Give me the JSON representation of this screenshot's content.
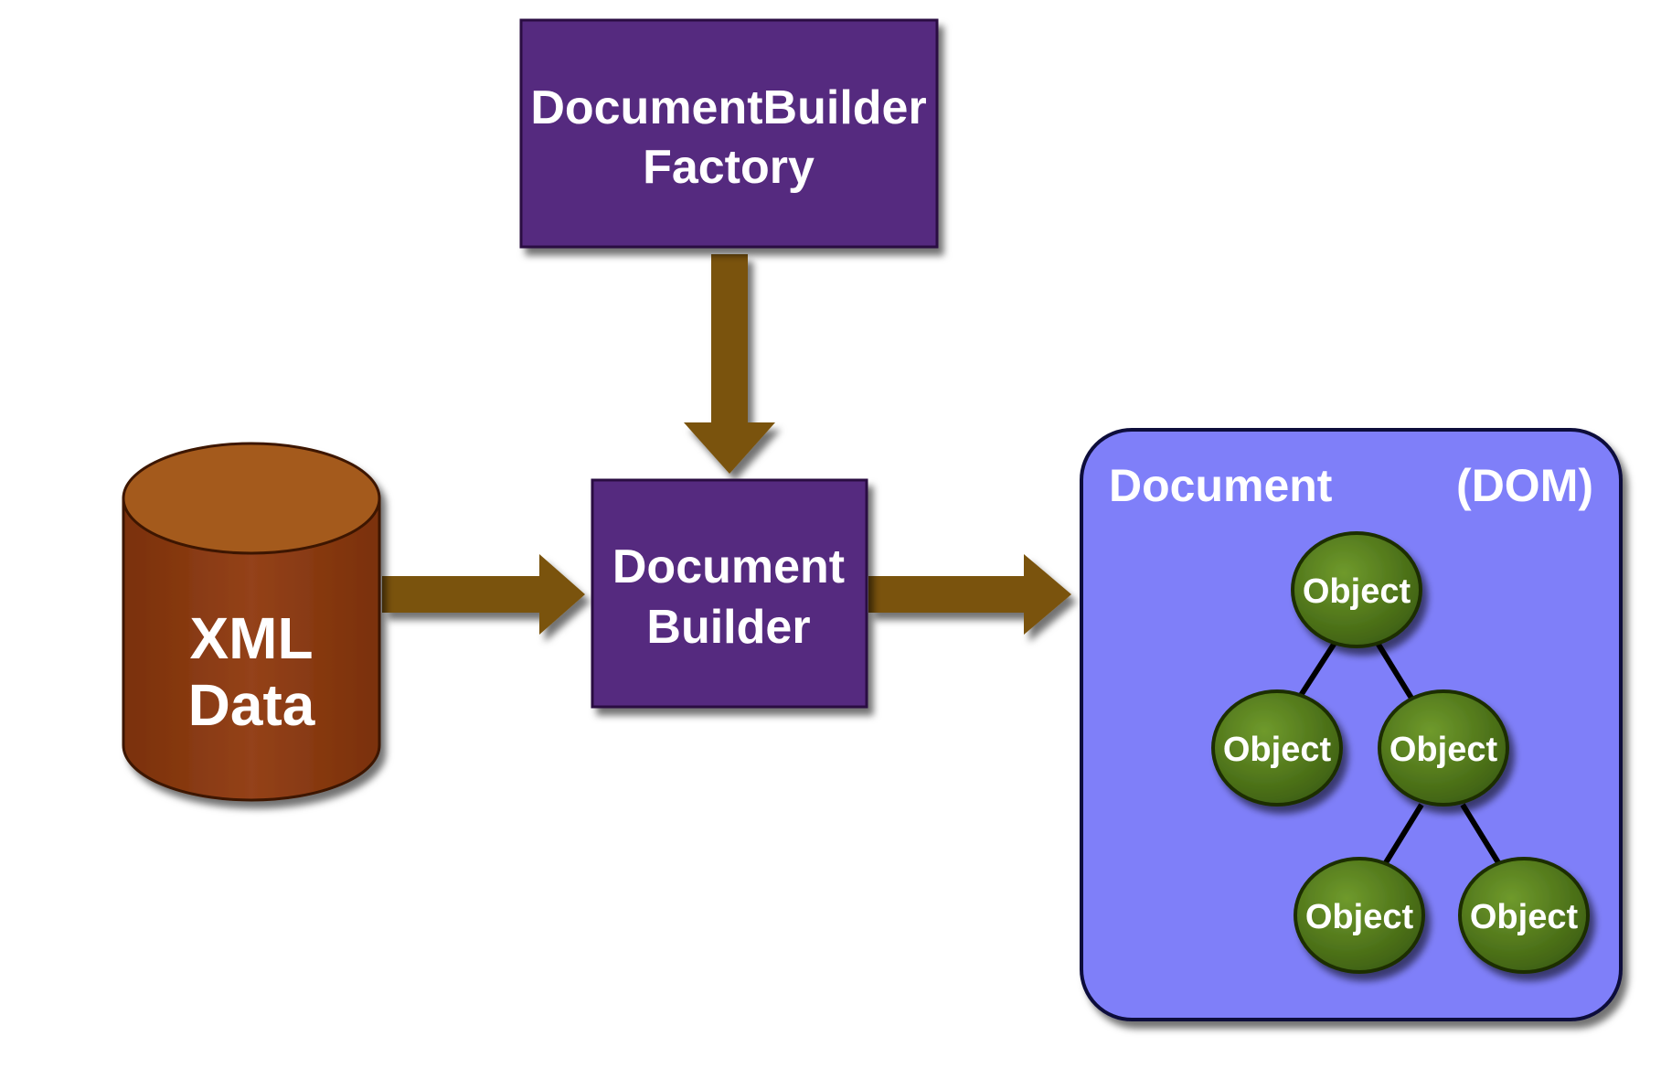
{
  "colors": {
    "box_fill": "#552a7f",
    "arrow_fill": "#7a5209",
    "cylinder_fill": "#8b3a10",
    "cylinder_top": "#a45a1c",
    "dom_panel_fill": "#7f7ff9",
    "object_fill": "#4d7417"
  },
  "nodes": {
    "factory": {
      "line1": "DocumentBuilder",
      "line2": "Factory"
    },
    "builder": {
      "line1": "Document",
      "line2": "Builder"
    },
    "xml_data": {
      "line1": "XML",
      "line2": "Data"
    },
    "dom": {
      "title": "Document",
      "suffix": "(DOM)",
      "objects": [
        "Object",
        "Object",
        "Object",
        "Object",
        "Object"
      ]
    }
  }
}
